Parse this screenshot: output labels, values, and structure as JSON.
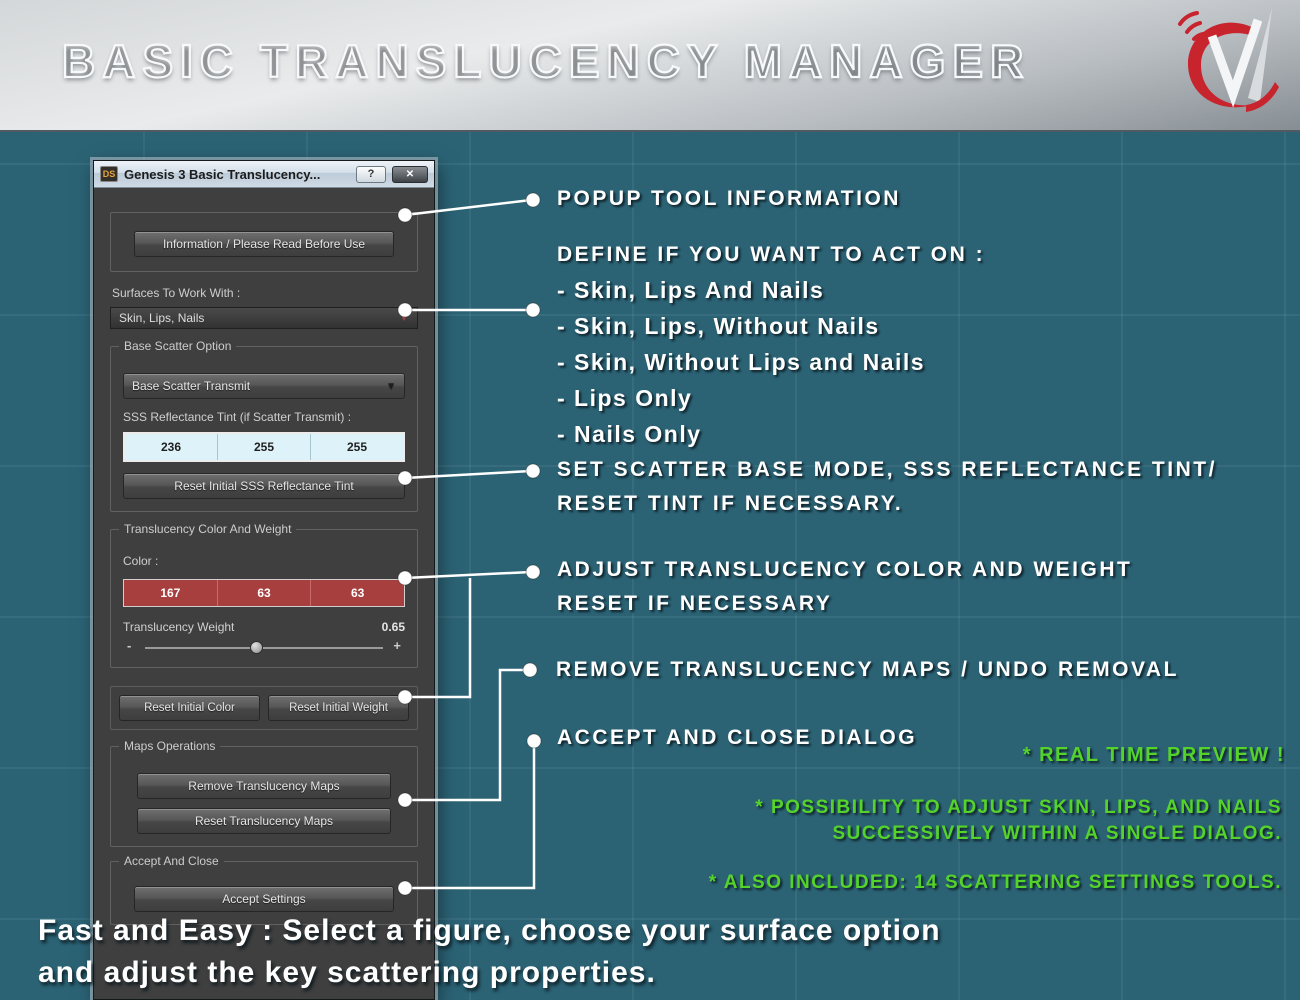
{
  "header": {
    "title": "BASIC TRANSLUCENCY MANAGER"
  },
  "dialog": {
    "icon_text": "DS",
    "title": "Genesis 3 Basic Translucency...",
    "help_label": "?",
    "close_label": "✕",
    "info_button": "Information / Please Read Before Use",
    "surfaces_label": "Surfaces To Work With :",
    "surfaces_value": "Skin, Lips, Nails",
    "base_scatter": {
      "group_label": "Base Scatter Option",
      "mode_value": "Base Scatter Transmit",
      "tint_label": "SSS Reflectance Tint (if Scatter Transmit) :",
      "tint_values": [
        "236",
        "255",
        "255"
      ],
      "reset_button": "Reset Initial SSS Reflectance Tint"
    },
    "translucency": {
      "group_label": "Translucency Color And Weight",
      "color_label": "Color :",
      "color_values": [
        "167",
        "63",
        "63"
      ],
      "weight_label": "Translucency Weight",
      "weight_value": "0.65",
      "slider_minus": "-",
      "slider_plus": "+",
      "reset_color_button": "Reset Initial Color",
      "reset_weight_button": "Reset Initial Weight"
    },
    "maps": {
      "group_label": "Maps Operations",
      "remove_button": "Remove Translucency Maps",
      "reset_button": "Reset Translucency Maps"
    },
    "accept": {
      "group_label": "Accept And Close",
      "accept_button": "Accept Settings"
    }
  },
  "annotations": {
    "popup_info": "POPUP TOOL INFORMATION",
    "define_title": "DEFINE IF YOU WANT TO ACT ON :",
    "define_items": [
      "- Skin, Lips And Nails",
      "- Skin, Lips, Without Nails",
      "- Skin, Without Lips and Nails",
      "- Lips Only",
      "- Nails Only"
    ],
    "scatter_line1": "SET SCATTER BASE MODE, SSS REFLECTANCE TINT/",
    "scatter_line2": "RESET TINT IF NECESSARY.",
    "adjust_line1": "ADJUST TRANSLUCENCY COLOR AND WEIGHT",
    "adjust_line2": "RESET IF NECESSARY",
    "remove_note": "REMOVE TRANSLUCENCY MAPS / UNDO REMOVAL",
    "accept_note": "ACCEPT AND CLOSE DIALOG",
    "green_preview": "* REAL TIME PREVIEW !",
    "green_possibility_line1": "* POSSIBILITY TO ADJUST SKIN, LIPS, AND NAILS",
    "green_possibility_line2": "SUCCESSIVELY WITHIN A SINGLE DIALOG.",
    "green_included": "* ALSO INCLUDED: 14 SCATTERING SETTINGS TOOLS."
  },
  "footer": {
    "line1": "Fast and Easy : Select a figure, choose your surface option",
    "line2": "and adjust the key scattering properties."
  },
  "colors": {
    "background_teal": "#2b6375",
    "annotation_green": "#55d32a",
    "tint_field": "#def3f9",
    "translucency_color": "#a73f3f",
    "logo_red": "#c8242e"
  }
}
